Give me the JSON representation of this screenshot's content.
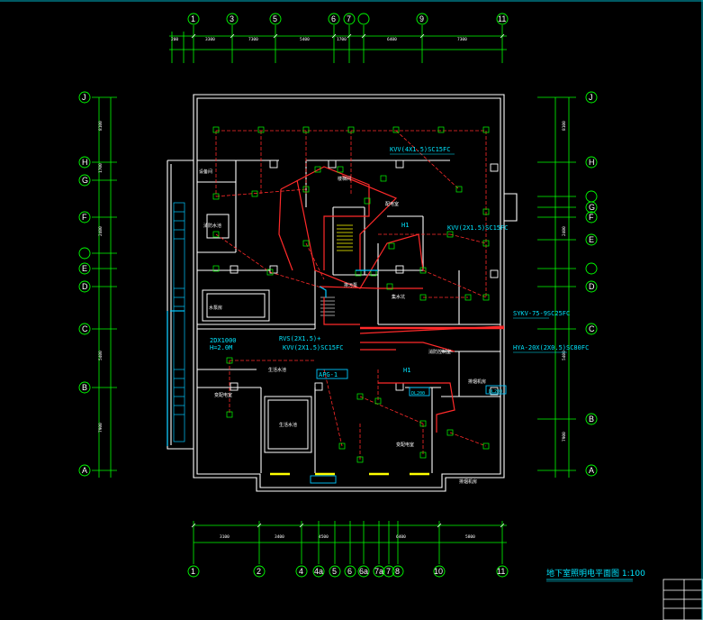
{
  "drawing": {
    "title": "地下室照明电平面图 1:100",
    "background": "#000000",
    "colors": {
      "wall": "#ffffff",
      "axis": "#00ff00",
      "circuit": "#ff2a2a",
      "label": "#00e5ff",
      "door": "#ffff00"
    }
  },
  "axes_top": [
    "1",
    "3",
    "5",
    "6",
    "7",
    "9",
    "11"
  ],
  "axes_bottom": [
    "1",
    "2",
    "4",
    "4a",
    "5",
    "6",
    "6a",
    "7a",
    "7",
    "8",
    "10",
    "11"
  ],
  "axes_left": [
    "J",
    "H",
    "G",
    "F",
    "E",
    "D",
    "C",
    "B",
    "A"
  ],
  "axes_right": [
    "J",
    "H",
    "G",
    "F",
    "E",
    "D",
    "C",
    "B",
    "A"
  ],
  "dimensions_top": [
    "200",
    "3300",
    "7300",
    "5400",
    "1700",
    "6400",
    "7300"
  ],
  "dimensions_bottom": [
    "3100",
    "3400",
    "4500",
    "6400",
    "5800"
  ],
  "dimensions_left": [
    "8100",
    "1700",
    "2400",
    "5400",
    "7900"
  ],
  "dimensions_right": [
    "8100",
    "2400",
    "5400",
    "7900"
  ],
  "cables": {
    "c1": "KVV(4X1.5)SC15FC",
    "c2": "KVV(2X1.5)SC15FC",
    "c3": "SYKV-75-9SC25FC",
    "c4": "HYA-20X(2X0.5)SC80FC",
    "c5": "RVS(2X1.5)+",
    "c6": "KVV(2X1.5)SC15FC",
    "c7": "2DX1000",
    "c8": "H=2.0M",
    "panel": "APG-1",
    "h1a": "H1",
    "h1b": "H1",
    "rpm1": "DL200",
    "rpm2": "DL200"
  },
  "rooms": {
    "r1": "设备间",
    "r2": "楼梯间",
    "r3": "配电室",
    "r4": "消防水池",
    "r5": "水泵房",
    "r6": "排污泵",
    "r7": "集水坑",
    "r8": "生活水池",
    "r9": "变配电室",
    "r10": "消防控制室",
    "r11": "排烟机房"
  }
}
